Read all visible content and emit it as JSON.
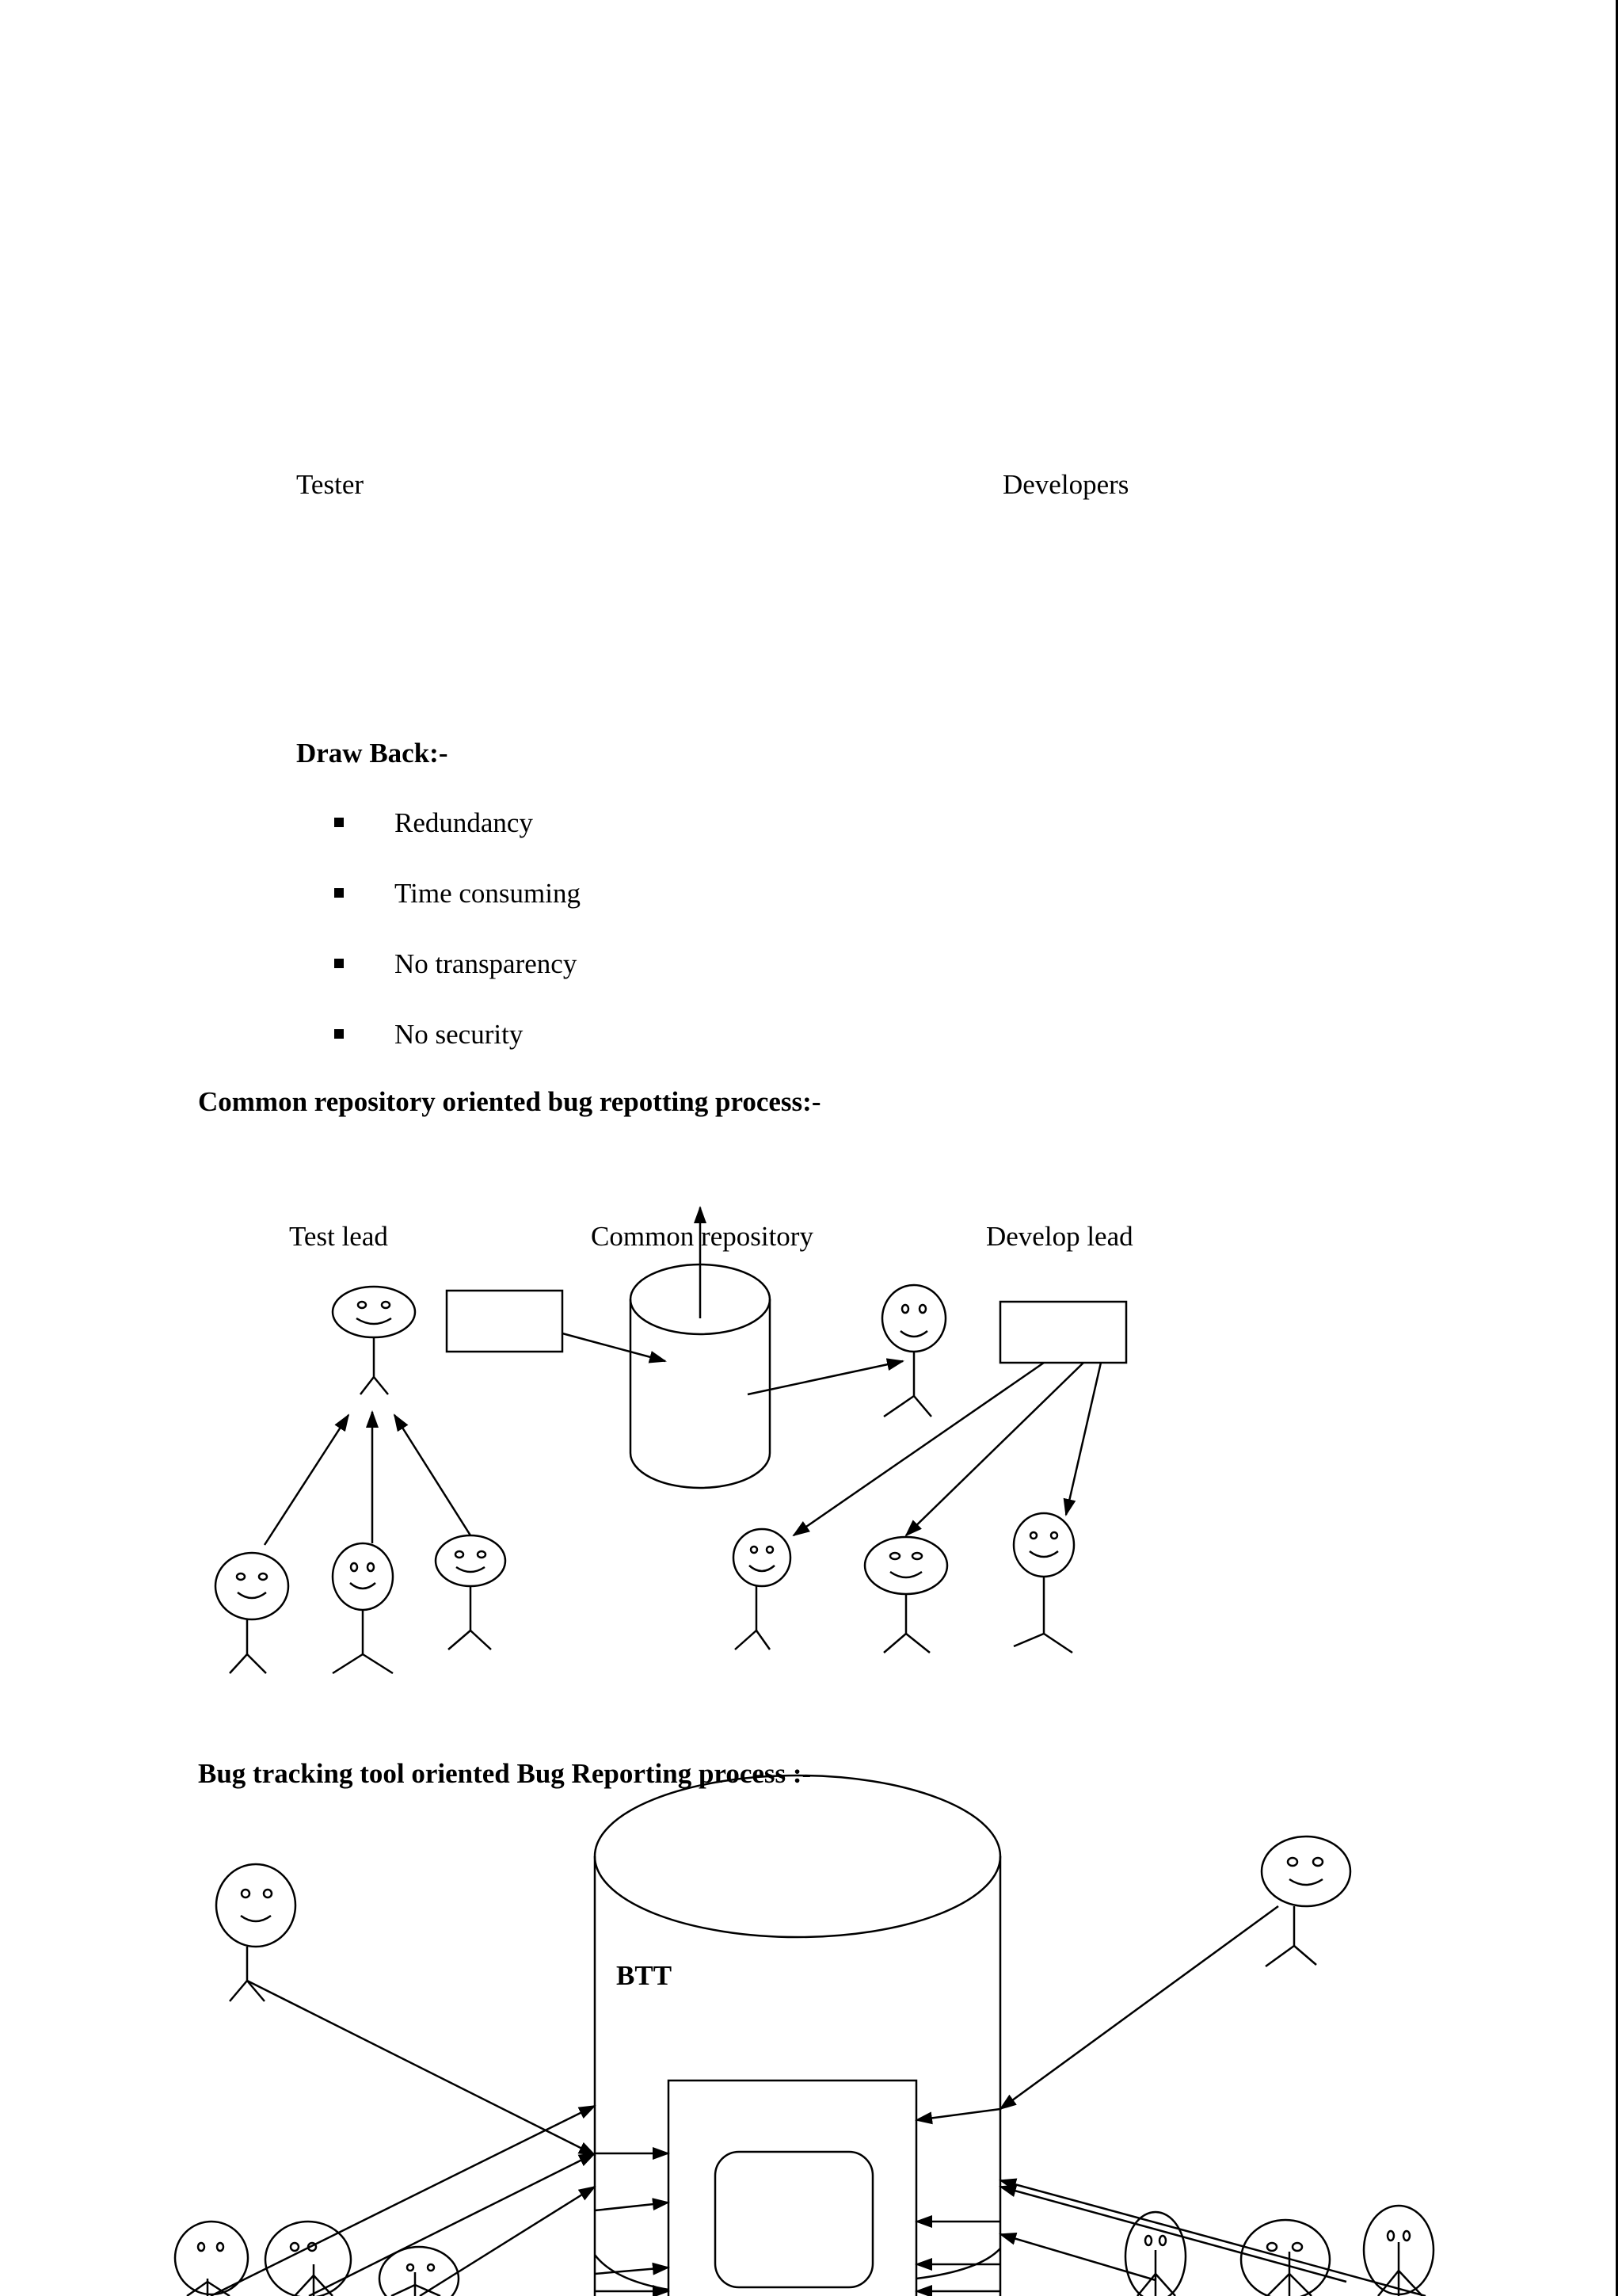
{
  "figure1": {
    "tester_label": "Tester",
    "developers_label": "Developers"
  },
  "drawback": {
    "heading": "Draw Back:-",
    "items": [
      "Redundancy",
      "Time consuming",
      "No transparency",
      "No security"
    ]
  },
  "repo_section": {
    "heading": "Common repository oriented bug repotting process:-",
    "test_lead_label": "Test lead",
    "repository_label": "Common repository",
    "develop_lead_label": "Develop lead"
  },
  "btt_section": {
    "heading": "Bug tracking tool oriented Bug Reporting process :-",
    "db_label": "BTT"
  }
}
